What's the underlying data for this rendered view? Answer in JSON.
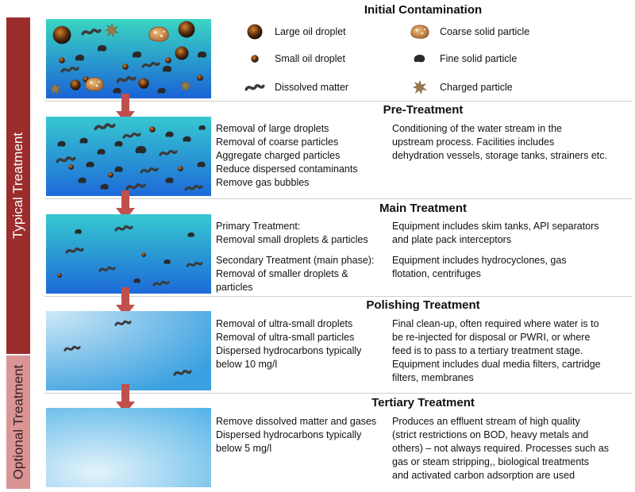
{
  "side": {
    "typical": "Typical Treatment",
    "optional": "Optional Treatment"
  },
  "sections": {
    "initial": {
      "title": "Initial Contamination"
    },
    "pre": {
      "title": "Pre-Treatment",
      "left": [
        "Removal of large droplets",
        "Removal of coarse particles",
        "Aggregate charged particles",
        "Reduce dispersed contaminants",
        "Remove gas bubbles"
      ],
      "right": [
        "Conditioning of the water stream in the",
        "upstream process. Facilities includes",
        "dehydration vessels, storage tanks, strainers etc."
      ]
    },
    "main": {
      "title": "Main Treatment",
      "left1": [
        "Primary Treatment:",
        "Removal small droplets & particles"
      ],
      "right1": [
        "Equipment includes skim tanks, API separators",
        "and plate pack interceptors"
      ],
      "left2": [
        "Secondary Treatment (main phase):",
        "Removal of smaller droplets &",
        "particles"
      ],
      "right2": [
        "Equipment includes hydrocyclones, gas",
        "flotation, centrifuges"
      ]
    },
    "polishing": {
      "title": "Polishing Treatment",
      "left": [
        "Removal of ultra-small droplets",
        "Removal of ultra-small particles",
        "Dispersed hydrocarbons typically",
        "below 10 mg/l"
      ],
      "right": [
        "Final clean-up, often required where water is to",
        "be re-injected for disposal or PWRI, or where",
        "feed is to pass to a tertiary treatment stage.",
        "Equipment includes dual media filters, cartridge",
        "filters, membranes"
      ]
    },
    "tertiary": {
      "title": "Tertiary Treatment",
      "left": [
        "Remove dissolved matter and gases",
        "Dispersed hydrocarbons typically",
        "below 5 mg/l"
      ],
      "right": [
        "Produces an effluent stream of high quality",
        "(strict restrictions on BOD, heavy metals and",
        "others)  – not always required. Processes such as",
        "gas or steam stripping,, biological treatments",
        "and activated carbon adsorption are used"
      ]
    }
  },
  "legend": {
    "large_oil": "Large oil droplet",
    "small_oil": "Small oil droplet",
    "dissolved": "Dissolved matter",
    "coarse_solid": "Coarse solid particle",
    "fine_solid": "Fine solid particle",
    "charged": "Charged particle"
  },
  "colors": {
    "typical_bar": "#9b2d2d",
    "optional_bar": "#d99494",
    "arrow": "#c0504d",
    "water_top": "#34d0c0",
    "water_bottom": "#1f6fd8"
  }
}
